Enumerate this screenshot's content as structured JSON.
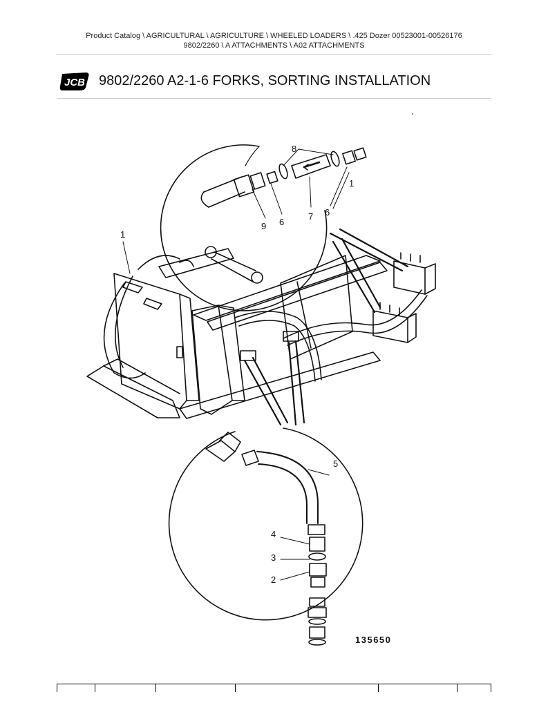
{
  "breadcrumb": {
    "line1": "Product Catalog  \\  AGRICULTURAL  \\  AGRICULTURE  \\  WHEELED LOADERS  \\  .425 Dozer 00523001-00526176",
    "line2": "9802/2260  \\  A ATTACHMENTS  \\  A02 ATTACHMENTS"
  },
  "logo": {
    "text": "JCB",
    "brand_color": "#000000"
  },
  "page_title": "9802/2260 A2-1-6 FORKS, SORTING INSTALLATION",
  "diagram": {
    "callouts": {
      "c1_main": "1",
      "top_8": "8",
      "top_1": "1",
      "top_9": "9",
      "top_6a": "6",
      "top_7": "7",
      "top_6b": "6",
      "bot_5": "5",
      "bot_4": "4",
      "bot_3": "3",
      "bot_2": "2"
    },
    "figure_number": "135650"
  }
}
